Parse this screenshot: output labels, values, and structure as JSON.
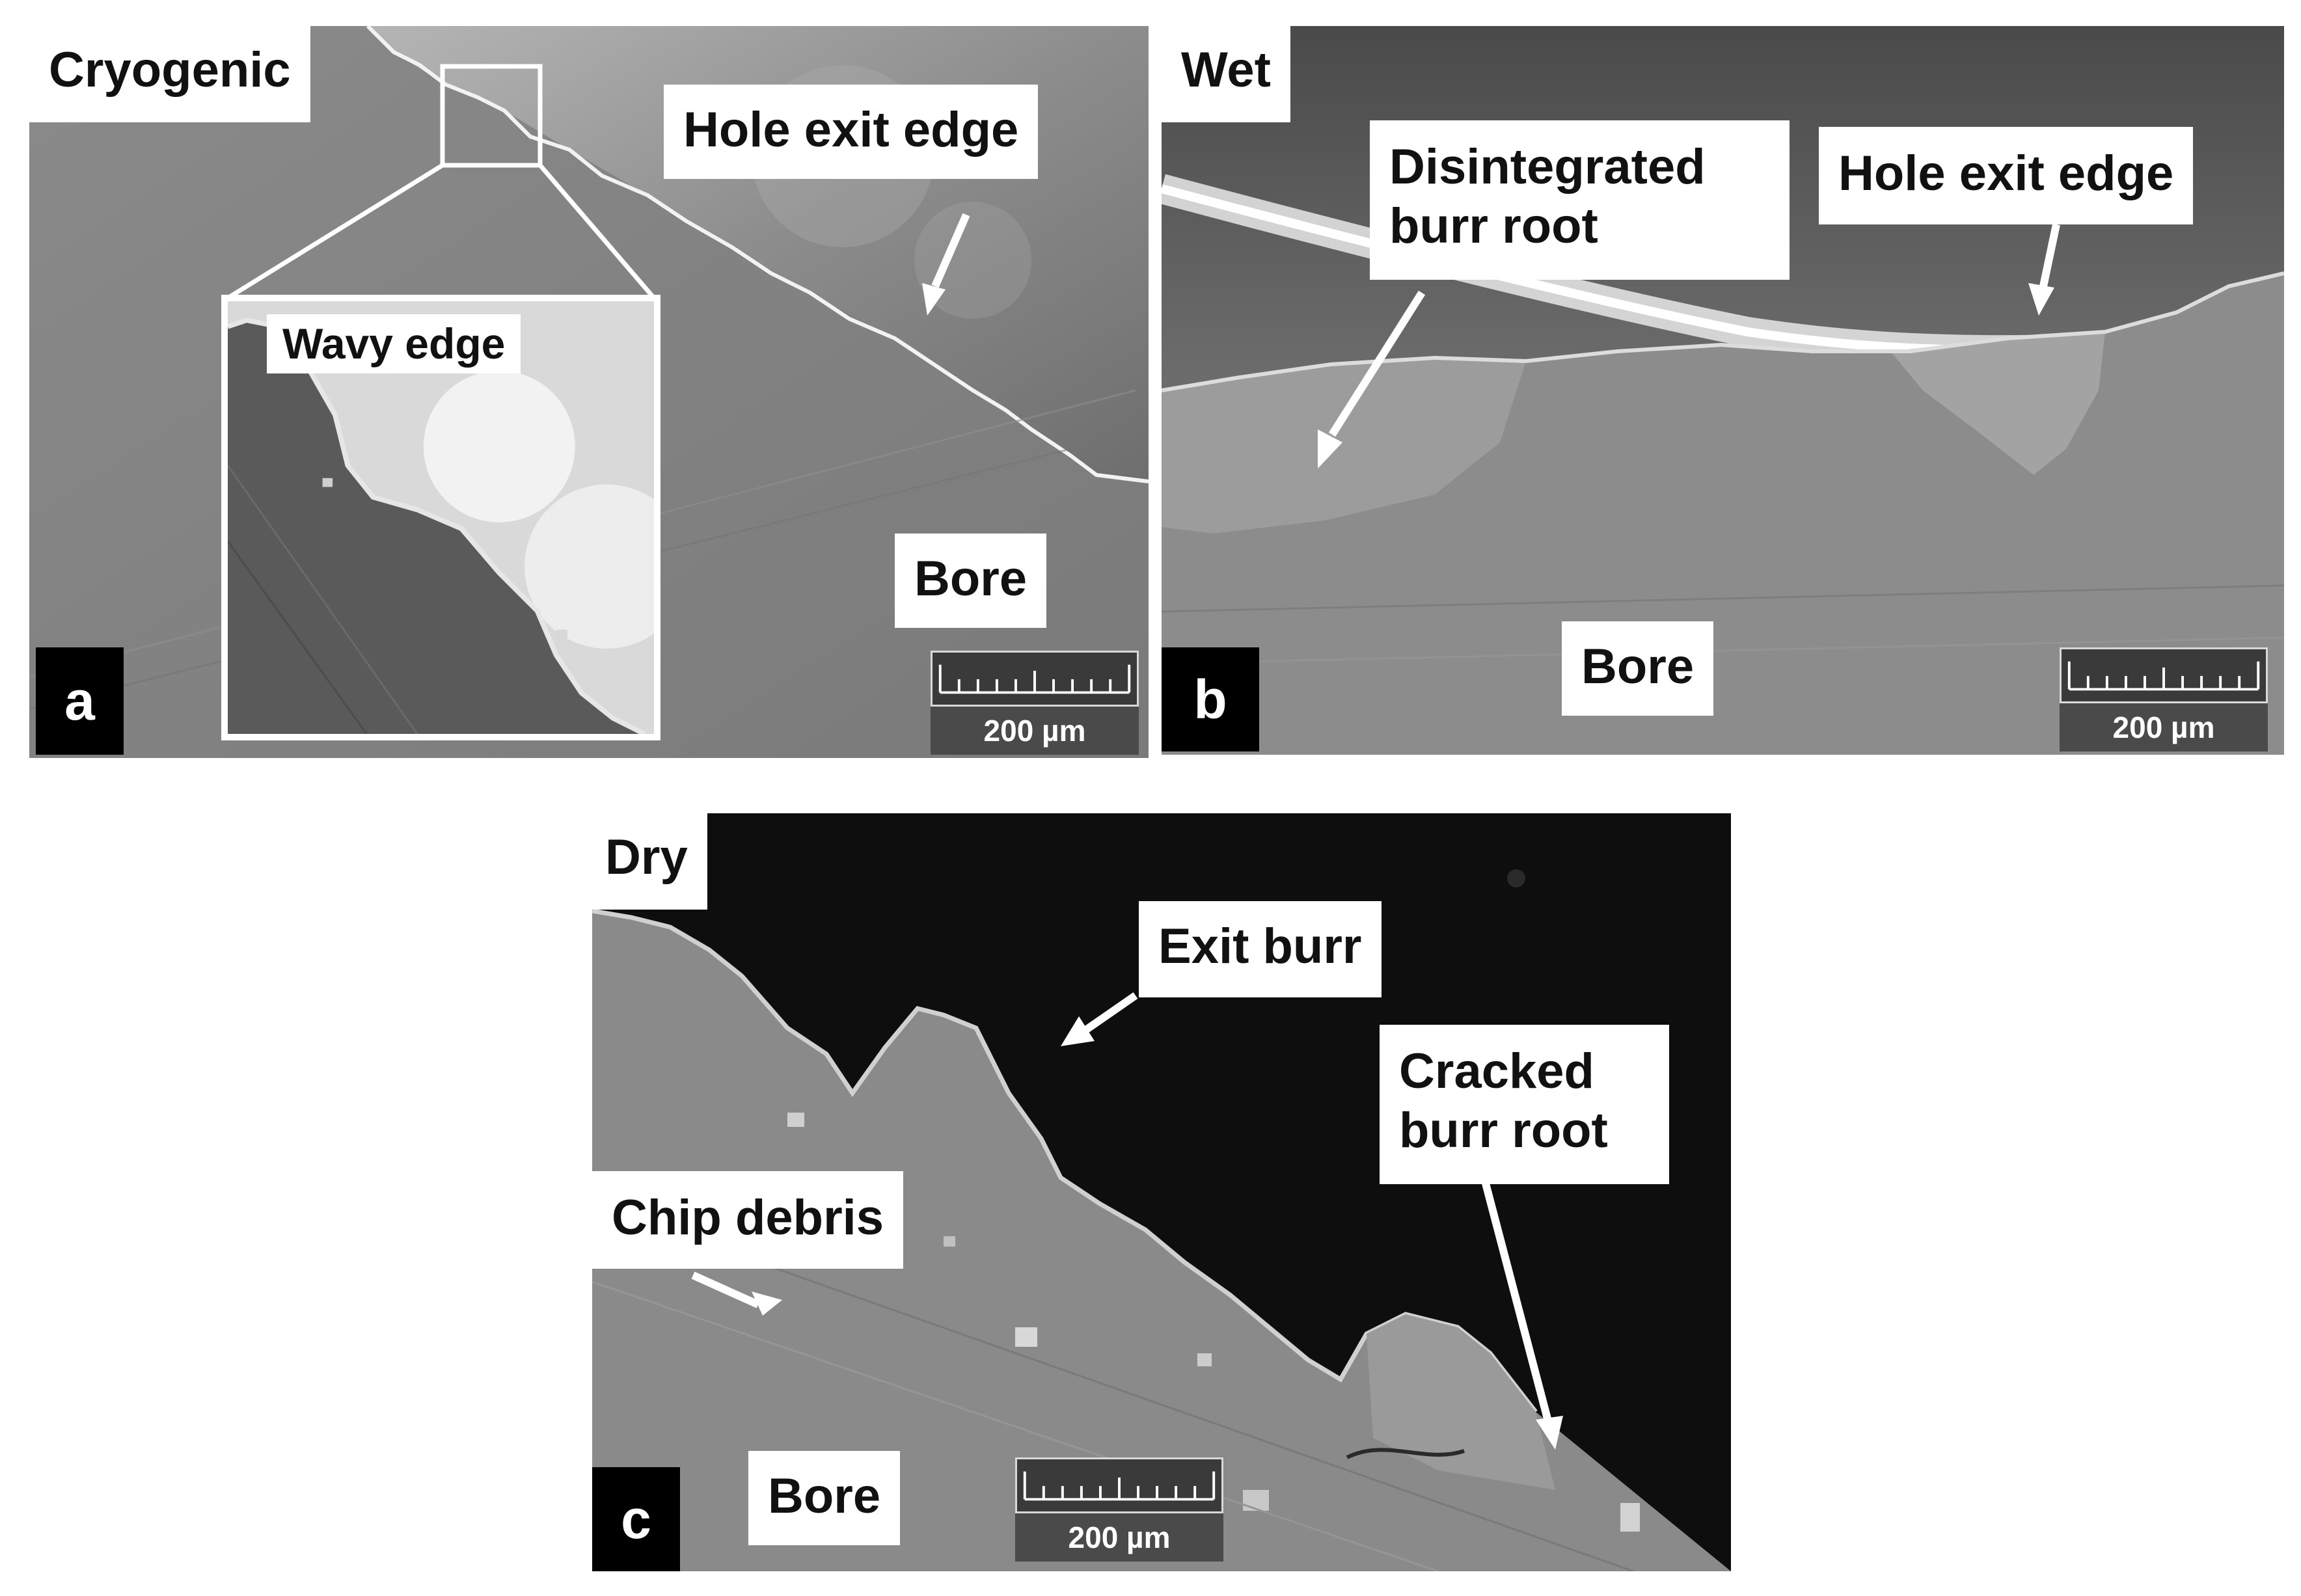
{
  "panels": {
    "a": {
      "letter": "a",
      "condition": "Cryogenic",
      "label_edge": "Hole exit edge",
      "label_wavy": "Wavy edge",
      "label_bore": "Bore",
      "scale": "200 µm"
    },
    "b": {
      "letter": "b",
      "condition": "Wet",
      "label_root_1": "Disintegrated",
      "label_root_2": "burr root",
      "label_edge": "Hole exit edge",
      "label_bore": "Bore",
      "scale": "200 µm"
    },
    "c": {
      "letter": "c",
      "condition": "Dry",
      "label_exit": "Exit burr",
      "label_cracked_1": "Cracked",
      "label_cracked_2": "burr root",
      "label_chip": "Chip debris",
      "label_bore": "Bore",
      "scale": "200 µm"
    }
  }
}
